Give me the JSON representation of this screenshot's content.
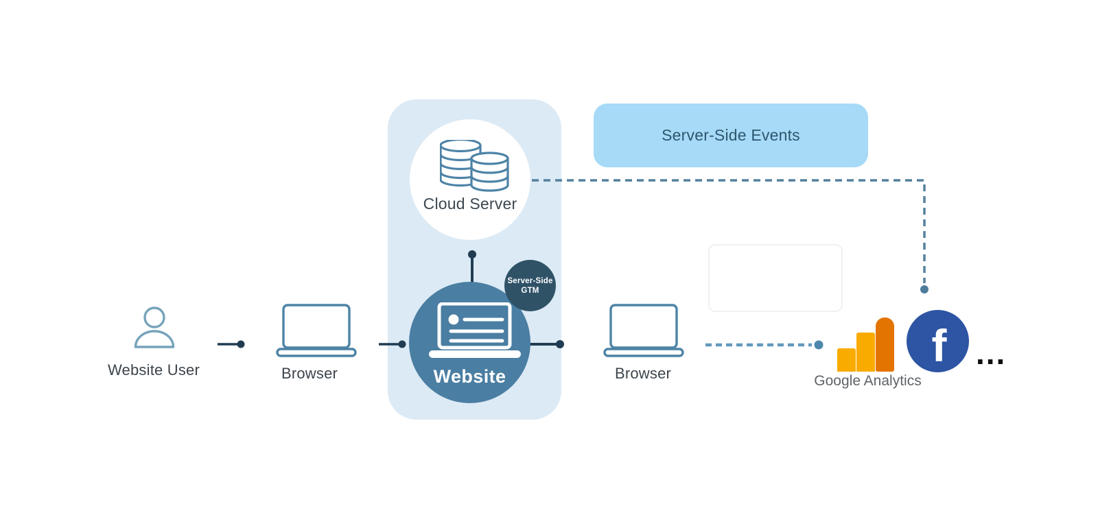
{
  "colors": {
    "panel_bg": "#dceaf5",
    "events_box_bg": "#a6daf6",
    "events_text": "#2e566e",
    "website_circle": "#4a7ea2",
    "gtm_badge": "#2f5267",
    "connector_dark": "#203c52",
    "dashed_route": "#54809e",
    "dashed_arrow": "#6398bd",
    "laptop_stroke": "#4d83a6",
    "person_stroke": "#76a3ba",
    "label_text": "#3c444c",
    "ga_orange": "#e37400",
    "ga_amber": "#f9ab00",
    "facebook_blue": "#2d55a3"
  },
  "nodes": {
    "website_user": {
      "label": "Website User"
    },
    "browser_left": {
      "label": "Browser"
    },
    "cloud_server": {
      "label": "Cloud Server"
    },
    "website": {
      "label": "Website"
    },
    "gtm_badge": {
      "line1": "Server-Side",
      "line2": "GTM"
    },
    "server_side_events": {
      "label": "Server-Side Events"
    },
    "browser_right": {
      "label": "Browser"
    },
    "google_analytics": {
      "label": "Google Analytics"
    },
    "facebook": {
      "letter": "f"
    },
    "more_destinations": {
      "label": "..."
    }
  }
}
